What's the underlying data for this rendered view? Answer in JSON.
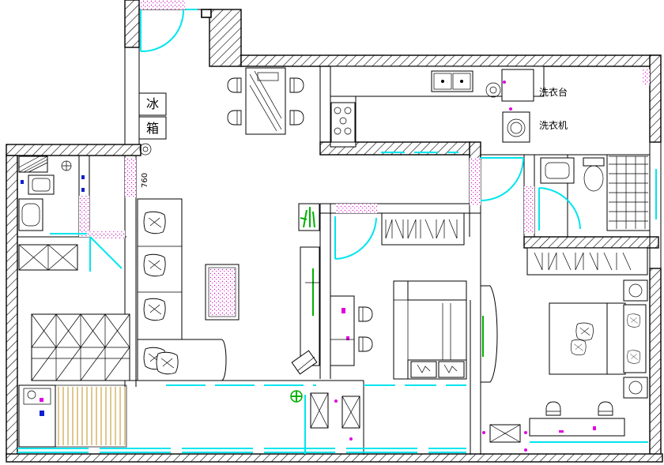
{
  "labels": {
    "fridge_1": "冰",
    "fridge_2": "箱",
    "laundry_sink": "洗衣台",
    "washing_machine": "洗衣机",
    "dimension": "760"
  },
  "colors": {
    "walls": "#000000",
    "doors_windows": "#00e5ee",
    "plants": "#00b000",
    "wall_fill_dots": "#e000e0",
    "stair_wood": "#b8860b"
  }
}
